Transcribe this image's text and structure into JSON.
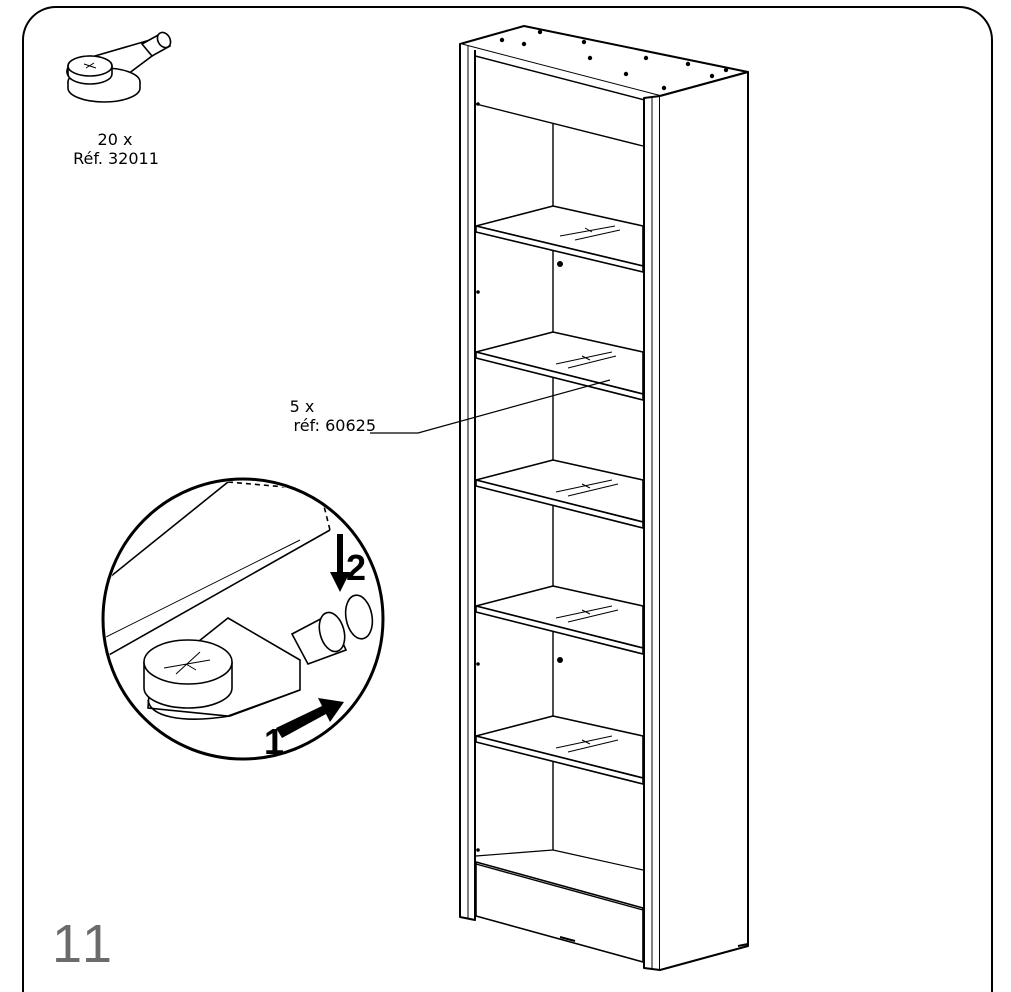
{
  "hardware": {
    "quantity": "20 x",
    "reference": "Réf. 32011",
    "icon": "shelf-support-pin-icon"
  },
  "shelf_callout": {
    "quantity": "5 x",
    "reference": "réf: 60625"
  },
  "detail": {
    "step_one": "1",
    "step_two": "2"
  },
  "step": {
    "number": "11"
  }
}
